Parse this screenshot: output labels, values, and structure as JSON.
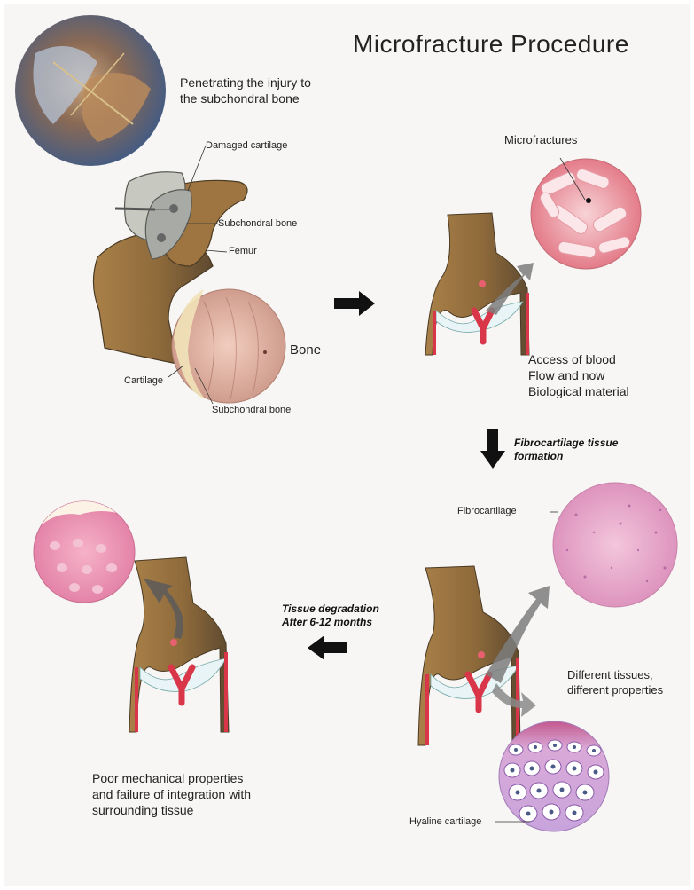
{
  "title": "Microfracture Procedure",
  "panel_top_left": {
    "description": "Penetrating the injury to\nthe subchondral bone",
    "labels": {
      "damaged_cartilage": "Damaged cartilage",
      "subchondral_bone": "Subchondral bone",
      "femur": "Femur",
      "bone": "Bone",
      "cartilage": "Cartilage",
      "subchondral_bone_2": "Subchondral bone"
    }
  },
  "panel_top_right": {
    "microfractures_label": "Microfractures",
    "description": "Access of blood\nFlow and now\nBiological material"
  },
  "step_down": {
    "label": "Fibrocartilage tissue\nformation"
  },
  "panel_bottom_right": {
    "fibrocartilage_label": "Fibrocartilage",
    "different_tissues": "Different tissues,\ndifferent properties",
    "hyaline_label": "Hyaline cartilage"
  },
  "step_left": {
    "label": "Tissue degradation\nAfter  6-12 months"
  },
  "panel_bottom_left": {
    "description": "Poor mechanical properties\nand failure of integration with\nsurrounding tissue"
  },
  "colors": {
    "bone_tan": "#a0783f",
    "bone_dark": "#6b5433",
    "vessel_red": "#d9364a",
    "fibro_pink": "#e8a6c8",
    "hyaline_purple": "#c9a2d8",
    "arrow_grey": "#8a8a8a",
    "arrow_black": "#111111"
  }
}
